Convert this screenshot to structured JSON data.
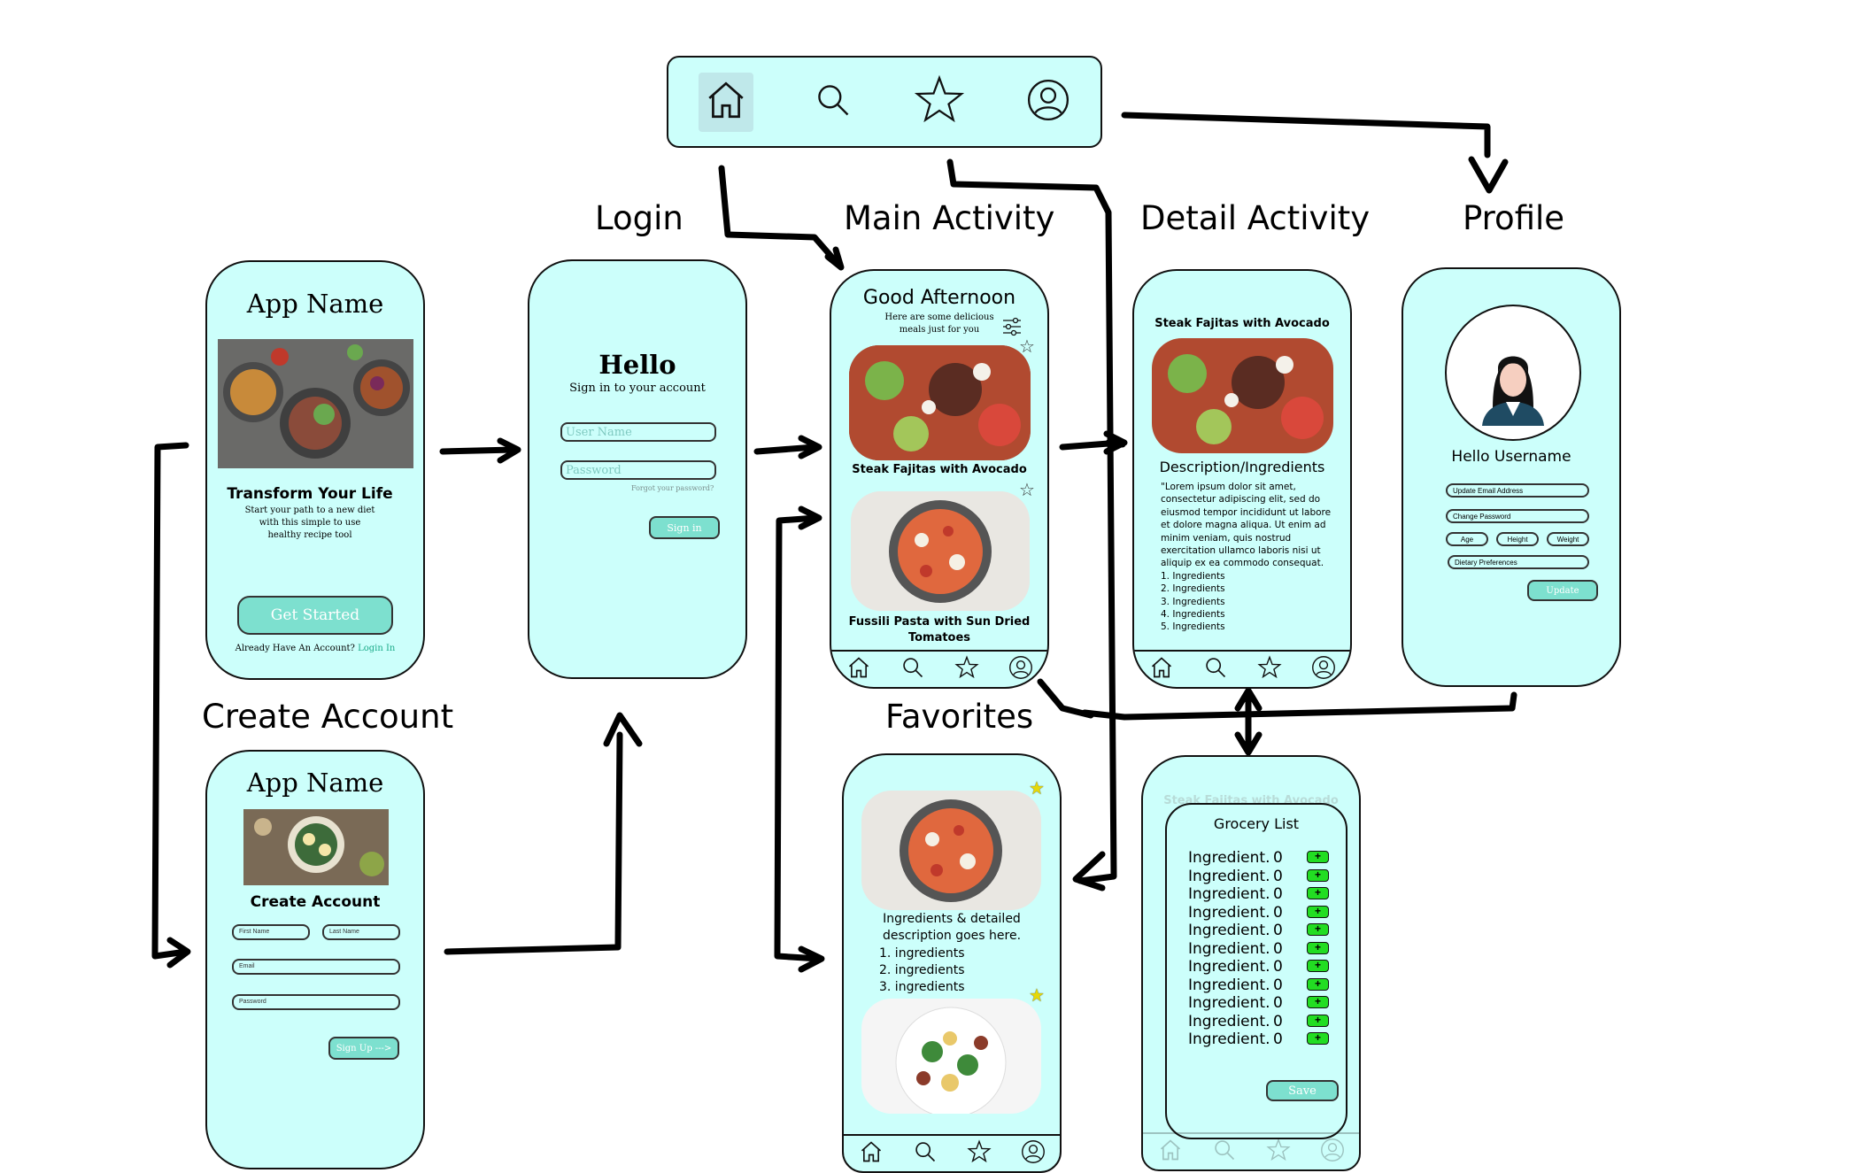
{
  "nav_icons": [
    "home-icon",
    "search-icon",
    "star-icon",
    "profile-icon"
  ],
  "section_labels": {
    "login": "Login",
    "main": "Main Activity",
    "detail": "Detail Activity",
    "profile": "Profile",
    "create": "Create Account",
    "favorites": "Favorites"
  },
  "welcome": {
    "app_name": "App Name",
    "headline": "Transform Your Life",
    "sub1": "Start your path to a new diet",
    "sub2": "with this simple to use",
    "sub3": "healthy recipe tool",
    "button": "Get Started",
    "account_prompt": "Already Have An Account?",
    "login_link": "Login In"
  },
  "login": {
    "title": "Hello",
    "subtitle": "Sign in to your account",
    "username_placeholder": "User Name",
    "password_placeholder": "Password",
    "forgot": "Forgot your password?",
    "button": "Sign in"
  },
  "main": {
    "greeting": "Good Afternoon",
    "sub1": "Here are some delicious",
    "sub2": "meals just for you",
    "recipe1": "Steak Fajitas with Avocado",
    "recipe2_line1": "Fussili Pasta with Sun Dried",
    "recipe2_line2": "Tomatoes"
  },
  "detail": {
    "title": "Steak Fajitas with Avocado",
    "section": "Description/Ingredients",
    "lorem": [
      "\"Lorem ipsum dolor sit amet,",
      "consectetur adipiscing elit, sed do",
      "eiusmod tempor incididunt ut labore",
      "et dolore magna aliqua. Ut enim ad",
      "minim veniam, quis nostrud",
      "exercitation ullamco laboris nisi ut",
      "aliquip ex ea commodo consequat."
    ],
    "ingredients": [
      "1. Ingredients",
      "2. Ingredients",
      "3. Ingredients",
      "4. Ingredients",
      "5. Ingredients"
    ]
  },
  "profile": {
    "greeting": "Hello Username",
    "email": "Update Email Address",
    "password": "Change Password",
    "age": "Age",
    "height": "Height",
    "weight": "Weight",
    "diet": "Dietary Preferences",
    "button": "Update"
  },
  "create": {
    "app_name": "App Name",
    "title": "Create Account",
    "first": "First Name",
    "last": "Last Name",
    "email": "Email",
    "password": "Password",
    "button": "Sign Up --->"
  },
  "favorites": {
    "desc1": "Ingredients & detailed",
    "desc2": "description goes here.",
    "items": [
      "1. ingredients",
      "2. ingredients",
      "3. ingredients"
    ]
  },
  "grocery": {
    "faded_title": "Steak Fajitas with Avocado",
    "title": "Grocery List",
    "item_label": "Ingredient.",
    "qty": "0",
    "plus": "+",
    "count": 11,
    "button": "Save"
  },
  "colors": {
    "screen_bg": "#ccfffb",
    "button": "#7de0cf",
    "link": "#1aaa88",
    "plus": "#22dd22",
    "star": "#e5d80a"
  }
}
